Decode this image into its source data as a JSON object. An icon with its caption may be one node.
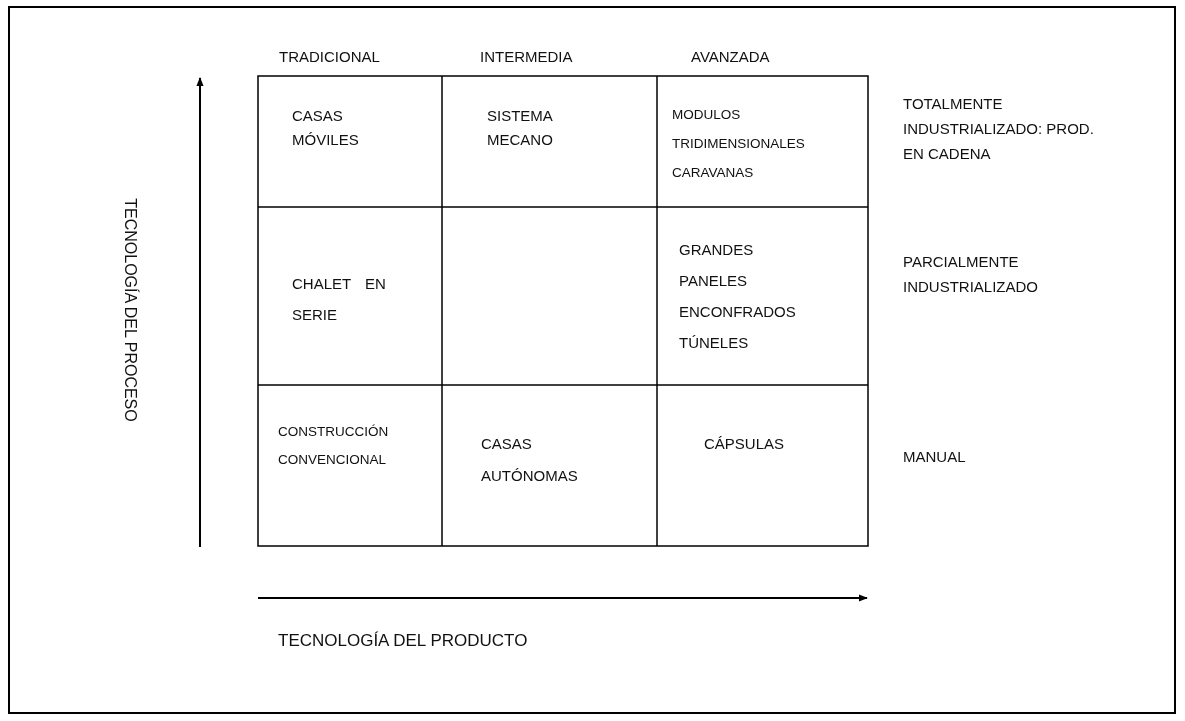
{
  "diagram": {
    "labels": [
      "TRADICIONAL",
      "INTERMEDIA",
      "AVANZADA",
      "TECNOLOGÍA DEL PROCESO",
      "CASAS MÓVILES",
      "SISTEMA MECANO",
      "MODULOS TRIDIMENSIONALES CARAVANAS",
      "TOTALMENTE INDUSTRIALIZADO: PROD. EN CADENA",
      "CHALET EN SERIE",
      "GRANDES PANELES ENCONFRADOS TÚNELES",
      "PARCIALMENTE INDUSTRIALIZADO",
      "CONSTRUCCIÓN CONVENCIONAL",
      "CASAS AUTÓNOMAS",
      "CÁPSULAS",
      "MANUAL",
      "TECNOLOGÍA DEL PRODUCTO"
    ]
  }
}
